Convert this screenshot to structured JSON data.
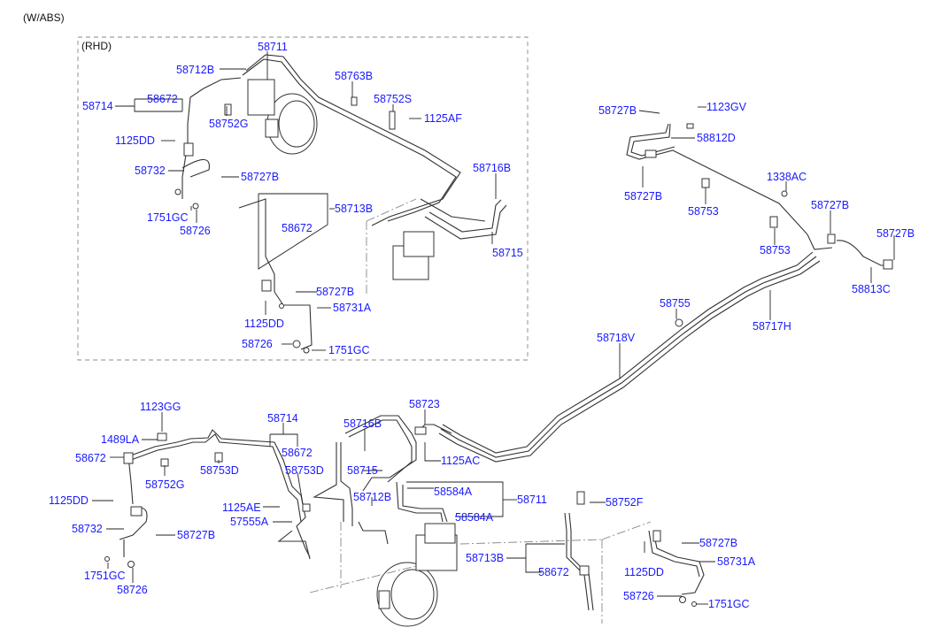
{
  "header": {
    "variant": "(W/ABS)",
    "inset": "(RHD)"
  },
  "rhd_labels": {
    "p58711": "58711",
    "p58712B": "58712B",
    "p58714": "58714",
    "p58672a": "58672",
    "p58763B": "58763B",
    "p58752S": "58752S",
    "p1125AF": "1125AF",
    "p58752G": "58752G",
    "p1125DD": "1125DD",
    "p58732": "58732",
    "p58727B": "58727B",
    "p1751GC": "1751GC",
    "p58726": "58726",
    "p58713B": "58713B",
    "p58672b": "58672",
    "p58716B": "58716B",
    "p58715": "58715",
    "p58727B2": "58727B",
    "p58731A": "58731A",
    "p1125DD2": "1125DD",
    "p58726b": "58726",
    "p1751GC2": "1751GC"
  },
  "rear_labels": {
    "p58727B_a": "58727B",
    "p1123GV": "1123GV",
    "p58812D": "58812D",
    "p58727B_b": "58727B",
    "p58753_a": "58753",
    "p1338AC": "1338AC",
    "p58727B_c": "58727B",
    "p58727B_d": "58727B",
    "p58753_b": "58753",
    "p58813C": "58813C",
    "p58755": "58755",
    "p58717H": "58717H",
    "p58718V": "58718V"
  },
  "lhd_labels": {
    "p1123GG": "1123GG",
    "p58714": "58714",
    "p1489LA": "1489LA",
    "p58672a": "58672",
    "p58672b": "58672",
    "p58753D_a": "58753D",
    "p58752G": "58752G",
    "p58753D_b": "58753D",
    "p1125DD": "1125DD",
    "p1125AE": "1125AE",
    "p57555A": "57555A",
    "p58732": "58732",
    "p58727B": "58727B",
    "p1751GC": "1751GC",
    "p58726": "58726",
    "p58716B": "58716B",
    "p58715": "58715",
    "p58723": "58723",
    "p1125AC": "1125AC",
    "p58712B": "58712B",
    "p58584A_a": "58584A",
    "p58584A_b": "58584A",
    "p58711": "58711",
    "p58752F": "58752F",
    "p58713B": "58713B",
    "p58672c": "58672",
    "p58727B2": "58727B",
    "p1125DD2": "1125DD",
    "p58731A": "58731A",
    "p58726b": "58726",
    "p1751GC2": "1751GC"
  },
  "colors": {
    "label": "#1a1aff",
    "line": "#333333",
    "frame": "#888888"
  }
}
